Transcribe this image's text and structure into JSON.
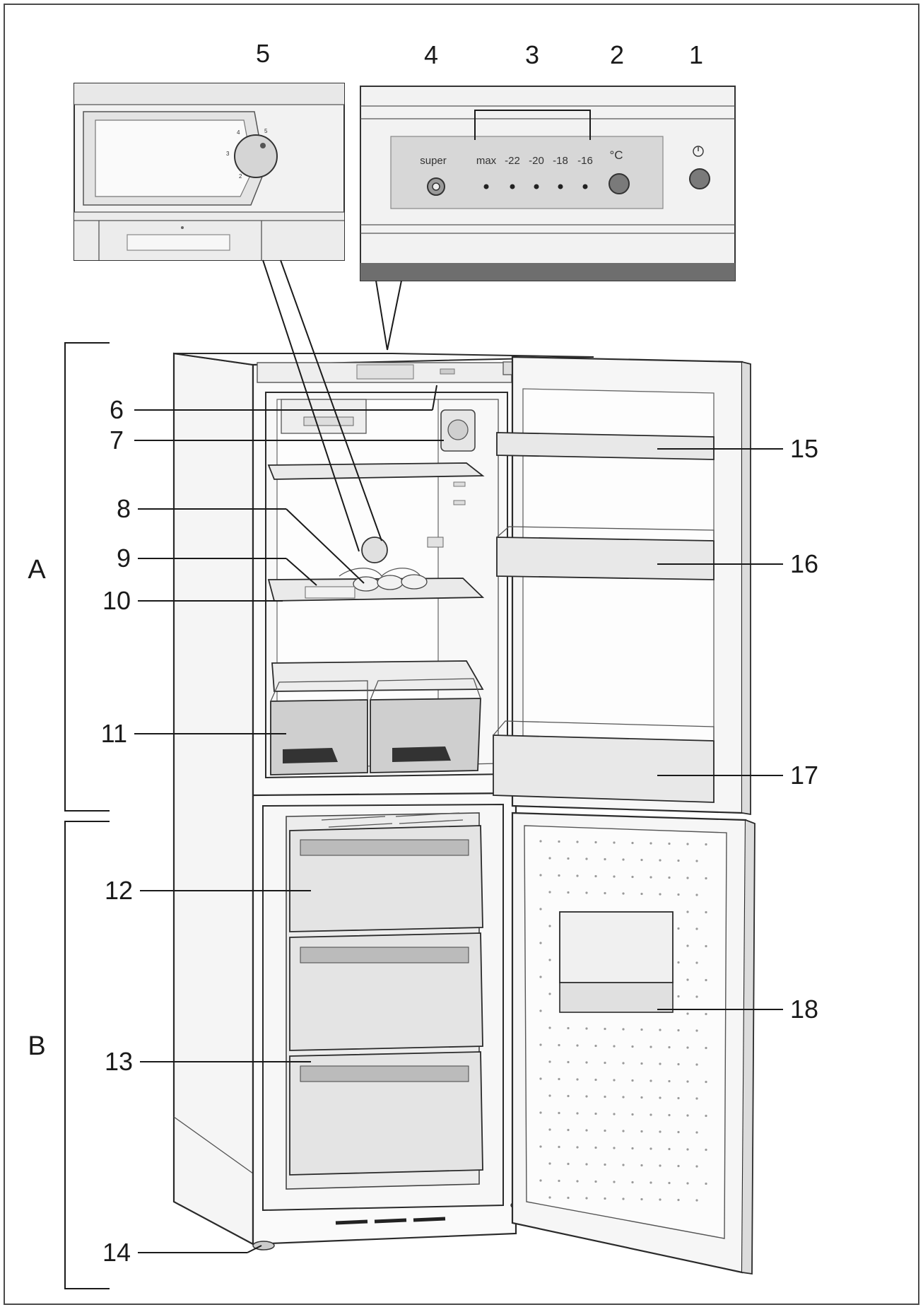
{
  "callouts": [
    "1",
    "2",
    "3",
    "4",
    "5",
    "6",
    "7",
    "8",
    "9",
    "10",
    "11",
    "12",
    "13",
    "14",
    "15",
    "16",
    "17",
    "18"
  ],
  "sections": {
    "a": "A",
    "b": "B"
  },
  "panel": {
    "super": "super",
    "max": "max",
    "temps": [
      "-22",
      "-20",
      "-18",
      "-16"
    ],
    "celsius": "°C",
    "power_symbol": "power-icon"
  },
  "dial": {
    "numbers": [
      "2",
      "3",
      "4",
      "5"
    ]
  }
}
